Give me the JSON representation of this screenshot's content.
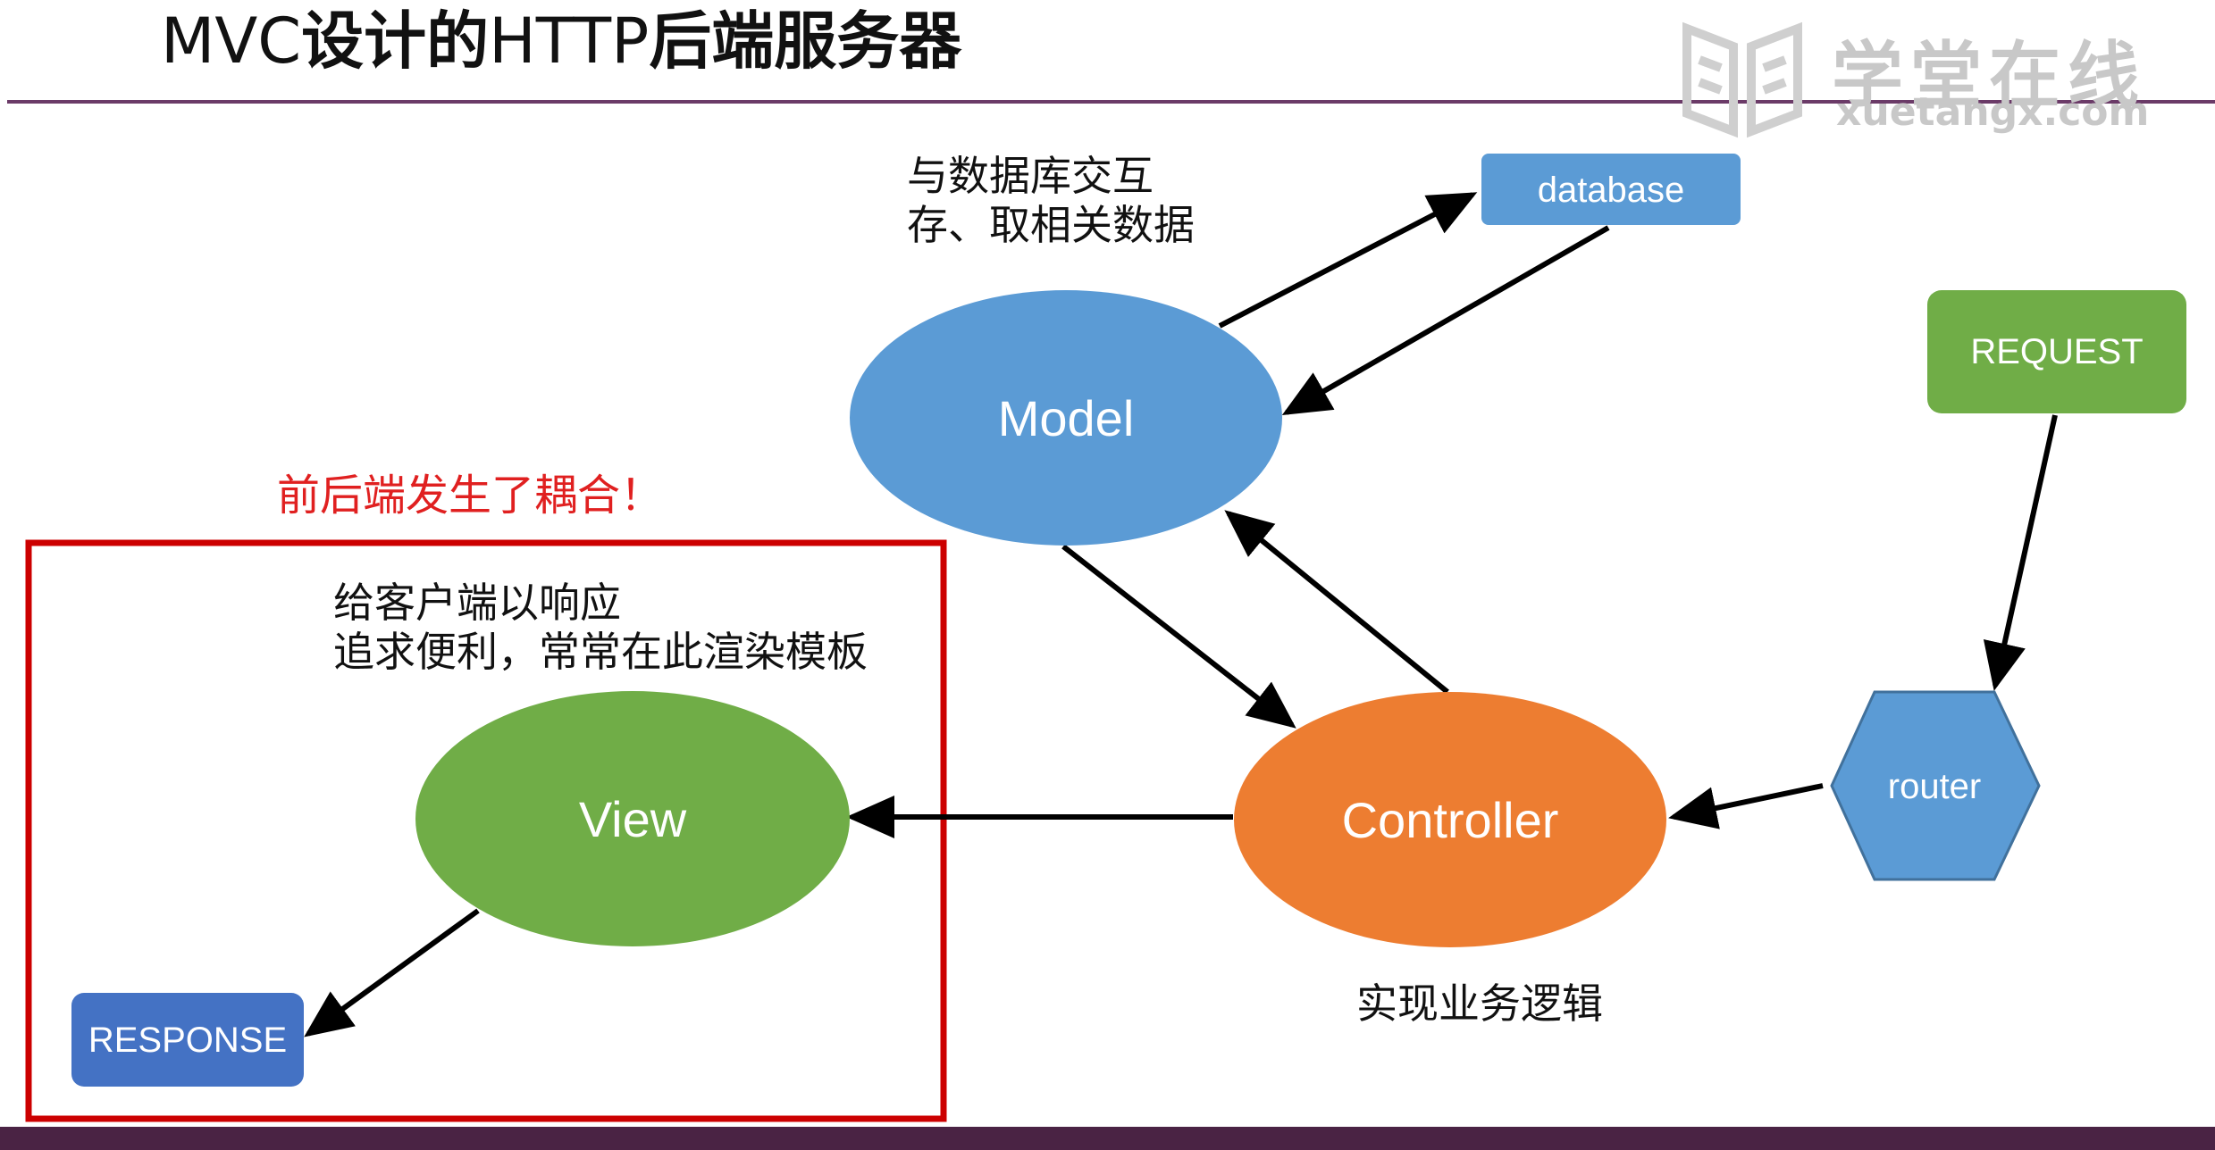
{
  "title": {
    "part1": "MVC",
    "part2": "设计的",
    "part3": "HTTP",
    "part4": "后端服务器"
  },
  "watermark": {
    "text": "学堂在线",
    "domain": "xuetangx.com"
  },
  "nodes": {
    "database": "database",
    "model": "Model",
    "request": "REQUEST",
    "router": "router",
    "controller": "Controller",
    "view": "View",
    "response": "RESPONSE"
  },
  "notes": {
    "model_line1": "与数据库交互",
    "model_line2": "存、取相关数据",
    "view_line1": "给客户端以响应",
    "view_line2": "追求便利，常常在此渲染模板",
    "controller": "实现业务逻辑",
    "warning": "前后端发生了耦合！"
  },
  "colors": {
    "blue": "#5b9bd5",
    "orange": "#ed7d31",
    "green": "#70ad47",
    "response_blue": "#4472c4",
    "highlight_red": "#cc0000",
    "warning_red": "#e02020",
    "accent_purple": "#6b3b68"
  }
}
